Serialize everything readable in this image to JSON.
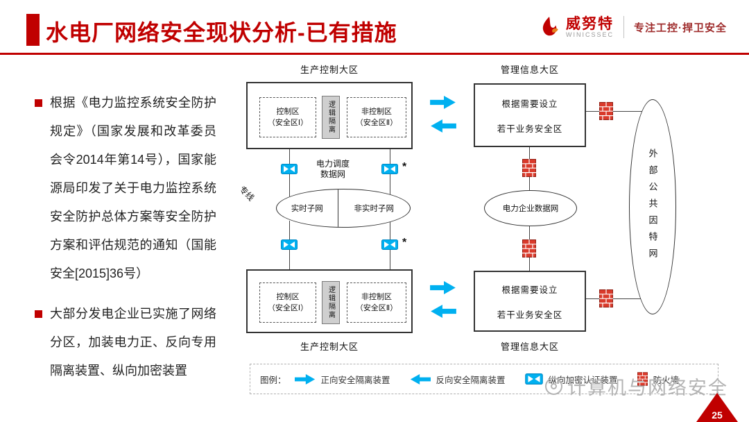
{
  "header": {
    "title": "水电厂网络安全现状分析-已有措施",
    "logo": {
      "brand": "威努特",
      "brand_en": "WINICSSEC",
      "tagline": "专注工控·捍卫安全"
    }
  },
  "bullets": [
    "根据《电力监控系统安全防护规定》（国家发展和改革委员会令2014年第14号），国家能源局印发了关于电力监控系统安全防护总体方案等安全防护方案和评估规范的通知（国能安全[2015]36号）",
    "大部分发电企业已实施了网络分区，加装电力正、反向专用隔离装置、纵向加密装置"
  ],
  "diagram": {
    "zones": {
      "production": "生产控制大区",
      "management": "管理信息大区"
    },
    "control_box": {
      "control_line1": "控制区",
      "control_line2": "（安全区Ⅰ）",
      "isolation": "逻辑隔离",
      "non_control_line1": "非控制区",
      "non_control_line2": "（安全区Ⅱ）"
    },
    "business_box": {
      "line1": "根据需要设立",
      "line2": "若干业务安全区"
    },
    "dispatch_network": "电力调度数据网",
    "subnets": {
      "realtime": "实时子网",
      "non_realtime": "非实时子网"
    },
    "enterprise_network": "电力企业数据网",
    "internet": "外部公共因特网",
    "dedicated_line_label": "专线",
    "asterisk": "*"
  },
  "legend": {
    "title": "图例：",
    "items": [
      {
        "icon": "forward-isolation-arrow-icon",
        "label": "正向安全隔离装置"
      },
      {
        "icon": "reverse-isolation-arrow-icon",
        "label": "反向安全隔离装置"
      },
      {
        "icon": "vertical-encryption-device-icon",
        "label": "纵向加密认证装置"
      },
      {
        "icon": "firewall-icon",
        "label": "防火墙"
      }
    ]
  },
  "watermark": "计算机与网络安全",
  "page_number": "25",
  "colors": {
    "accent_red": "#C00000",
    "device_cyan": "#00B0F0",
    "firewall_red": "#D93A2B"
  }
}
